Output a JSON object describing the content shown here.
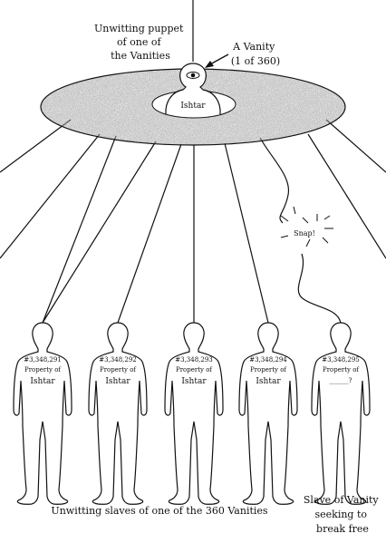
{
  "top_caption": [
    "Unwitting puppet",
    "of one of",
    "the Vanities"
  ],
  "vanity_label": [
    "A Vanity",
    "(1 of 360)"
  ],
  "ring_figure_label": "Ishtar",
  "snap_label": "Snap!",
  "slaves": [
    {
      "number": "#3,348,291",
      "property": "Property of",
      "owner": "Ishtar"
    },
    {
      "number": "#3,348,292",
      "property": "Property of",
      "owner": "Ishtar"
    },
    {
      "number": "#3,348,293",
      "property": "Property of",
      "owner": "Ishtar"
    },
    {
      "number": "#3,348,294",
      "property": "Property of",
      "owner": "Ishtar"
    },
    {
      "number": "#3,348,295",
      "property": "Property of",
      "owner": "______?"
    }
  ],
  "bottom_caption": "Unwitting slaves of one of the 360 Vanities",
  "free_caption": [
    "Slave of Vanity",
    "seeking to",
    "break free"
  ],
  "colors": {
    "ink": "#111111",
    "ring": "#4a4a4a"
  }
}
